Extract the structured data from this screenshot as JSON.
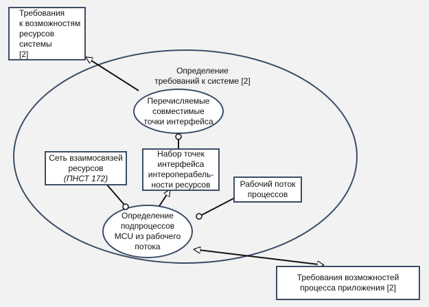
{
  "diagram": {
    "req_system_box": {
      "lines": [
        "Требования",
        "к возможностям",
        "ресурсов системы",
        "[2]"
      ]
    },
    "define_requirements_label": {
      "lines": [
        "Определение",
        "требований к системе [2]"
      ]
    },
    "enumerated_points_ellipse": {
      "lines": [
        "Перечисляемые",
        "совместимые",
        "точки интерфейса"
      ]
    },
    "interface_set_box": {
      "lines": [
        "Набор точек",
        "интерфейса",
        "интероперабель-",
        "ности ресурсов"
      ]
    },
    "resource_network_box": {
      "lines": [
        "Сеть взаимосвязей",
        "ресурсов",
        "(ПНСТ 172)"
      ]
    },
    "workflow_box": {
      "lines": [
        "Рабочий поток",
        "процессов"
      ]
    },
    "subprocess_ellipse": {
      "lines": [
        "Определение",
        "подпроцессов",
        "MCU из рабочего",
        "потока"
      ]
    },
    "process_req_box": {
      "lines": [
        "Требования возможностей",
        "процесса приложения [2]"
      ]
    },
    "colors": {
      "background": "#f2f2f2",
      "box_border": "#3b4d66",
      "line": "#111111",
      "ellipse_stroke": "#3b4d66"
    }
  }
}
